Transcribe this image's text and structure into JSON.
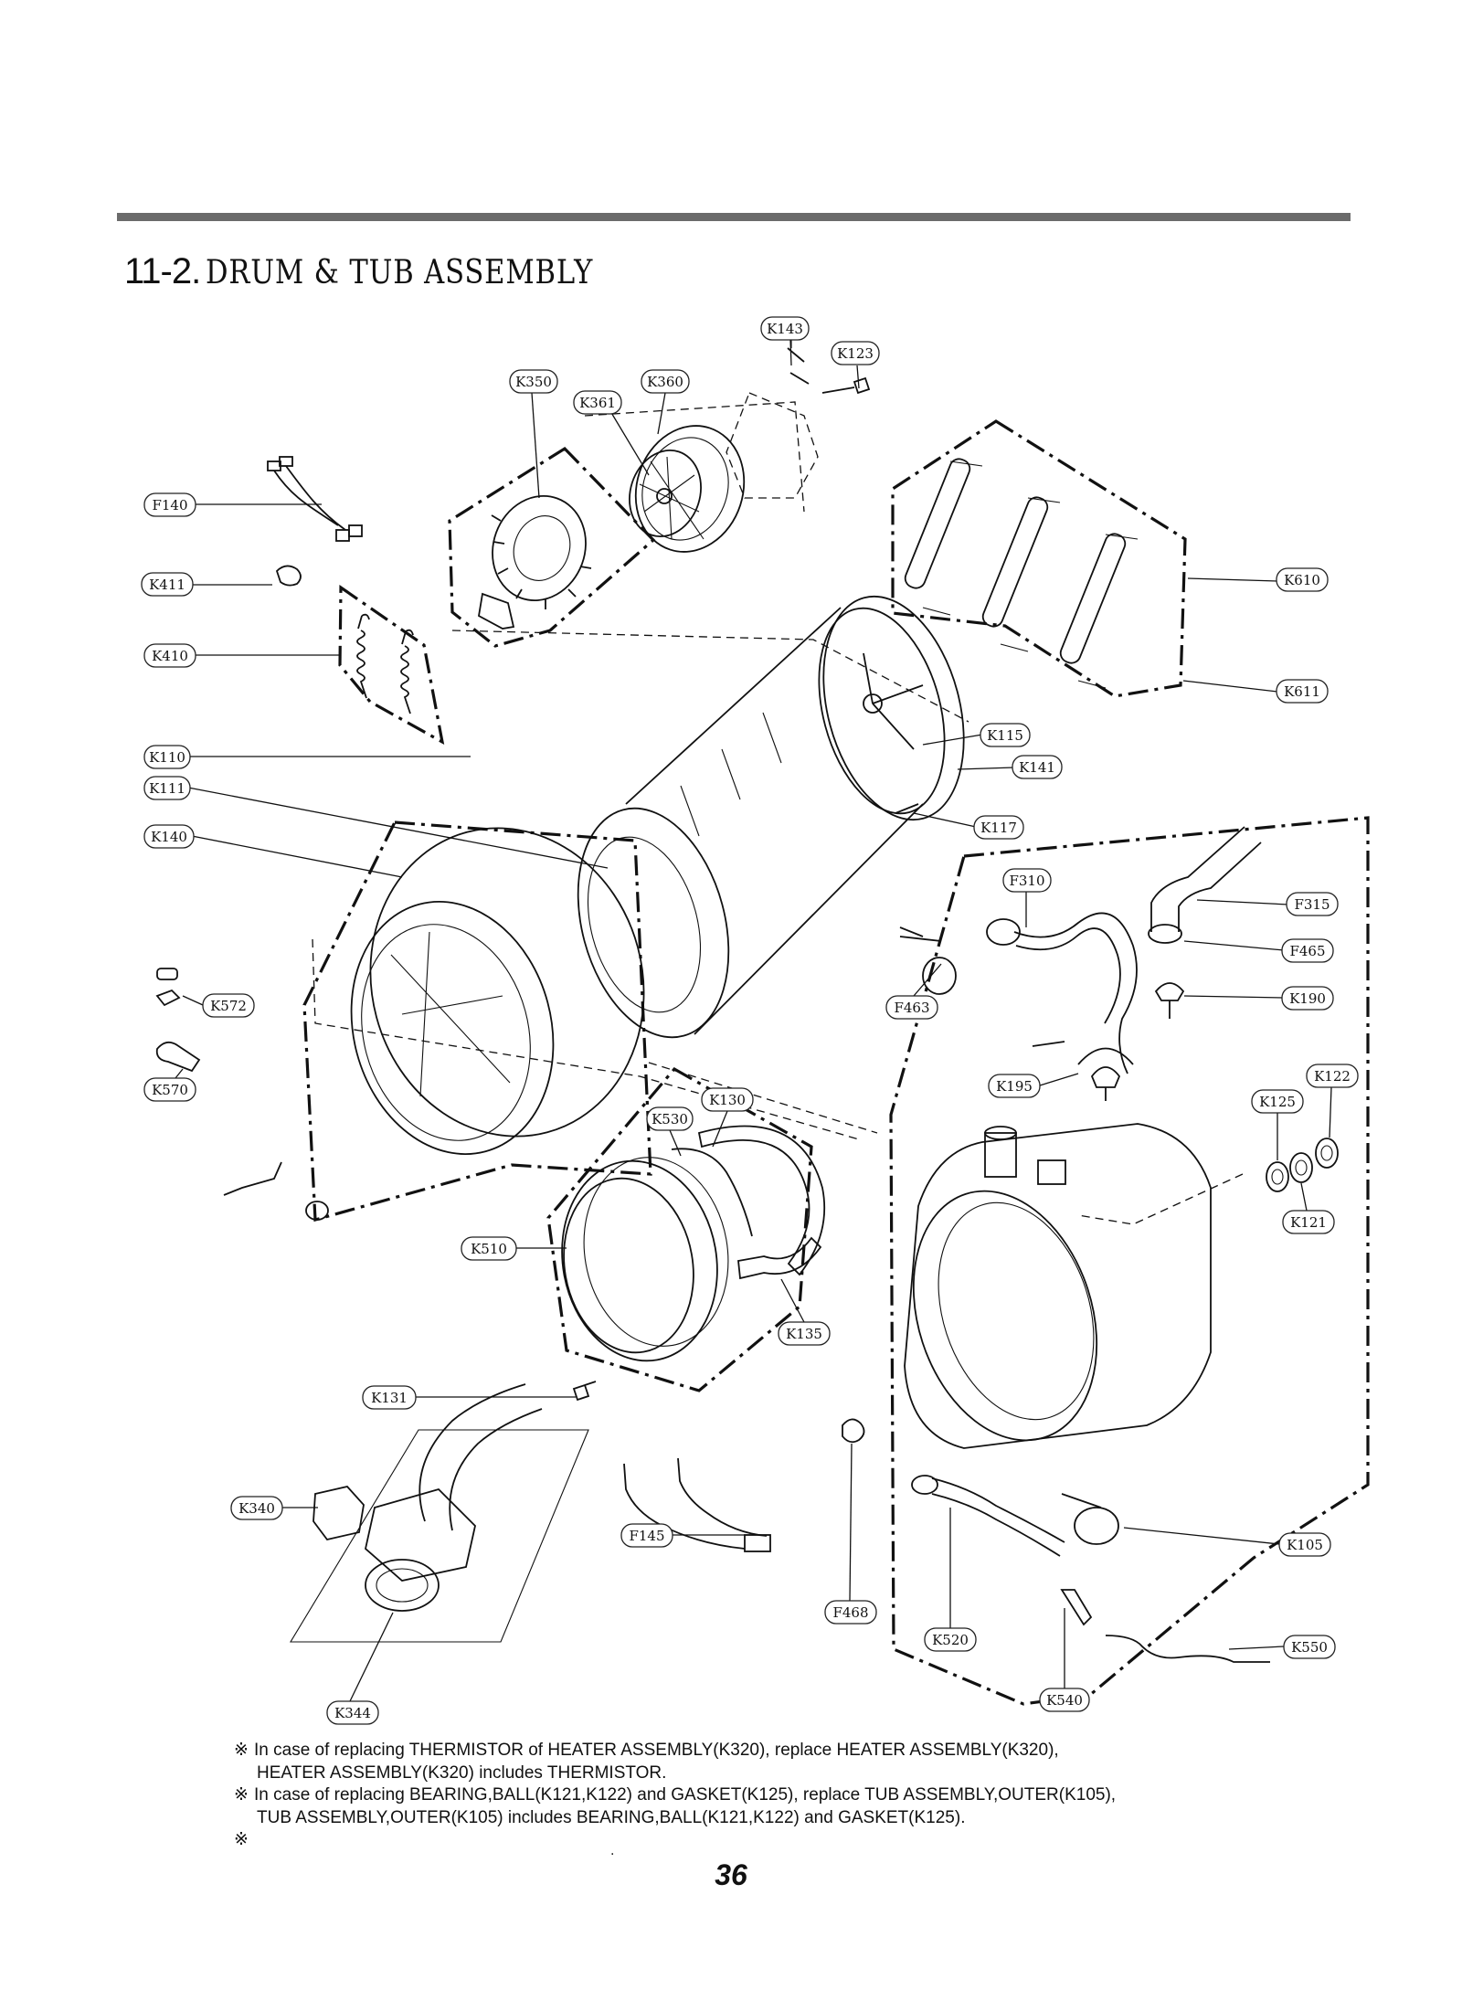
{
  "header": {
    "section_number": "11-2.",
    "section_title": "DRUM & TUB ASSEMBLY"
  },
  "labels": [
    {
      "id": "K143",
      "text": "K143"
    },
    {
      "id": "K123",
      "text": "K123"
    },
    {
      "id": "K350",
      "text": "K350"
    },
    {
      "id": "K360",
      "text": "K360"
    },
    {
      "id": "K361",
      "text": "K361"
    },
    {
      "id": "F140",
      "text": "F140"
    },
    {
      "id": "K411",
      "text": "K411"
    },
    {
      "id": "K410",
      "text": "K410"
    },
    {
      "id": "K610",
      "text": "K610"
    },
    {
      "id": "K611",
      "text": "K611"
    },
    {
      "id": "K110",
      "text": "K110"
    },
    {
      "id": "K111",
      "text": "K111"
    },
    {
      "id": "K115",
      "text": "K115"
    },
    {
      "id": "K141",
      "text": "K141"
    },
    {
      "id": "K117",
      "text": "K117"
    },
    {
      "id": "K140",
      "text": "K140"
    },
    {
      "id": "F310",
      "text": "F310"
    },
    {
      "id": "F315",
      "text": "F315"
    },
    {
      "id": "F465",
      "text": "F465"
    },
    {
      "id": "K190",
      "text": "K190"
    },
    {
      "id": "F463",
      "text": "F463"
    },
    {
      "id": "K572",
      "text": "K572"
    },
    {
      "id": "K570",
      "text": "K570"
    },
    {
      "id": "K195",
      "text": "K195"
    },
    {
      "id": "K122",
      "text": "K122"
    },
    {
      "id": "K125",
      "text": "K125"
    },
    {
      "id": "K130",
      "text": "K130"
    },
    {
      "id": "K530",
      "text": "K530"
    },
    {
      "id": "K121",
      "text": "K121"
    },
    {
      "id": "K510",
      "text": "K510"
    },
    {
      "id": "K135",
      "text": "K135"
    },
    {
      "id": "K131",
      "text": "K131"
    },
    {
      "id": "K340",
      "text": "K340"
    },
    {
      "id": "F145",
      "text": "F145"
    },
    {
      "id": "K105",
      "text": "K105"
    },
    {
      "id": "F468",
      "text": "F468"
    },
    {
      "id": "K520",
      "text": "K520"
    },
    {
      "id": "K550",
      "text": "K550"
    },
    {
      "id": "K540",
      "text": "K540"
    },
    {
      "id": "K344",
      "text": "K344"
    }
  ],
  "notes": {
    "mark": "※",
    "line1": "In case of replacing THERMISTOR of HEATER ASSEMBLY(K320), replace HEATER ASSEMBLY(K320),",
    "line1b": "HEATER ASSEMBLY(K320) includes THERMISTOR.",
    "line2": "In case of replacing BEARING,BALL(K121,K122) and GASKET(K125), replace TUB ASSEMBLY,OUTER(K105),",
    "line2b": "TUB ASSEMBLY,OUTER(K105) includes BEARING,BALL(K121,K122) and GASKET(K125).",
    "line3": "",
    "trailing_dot": "."
  },
  "footer": {
    "page_number": "36"
  }
}
